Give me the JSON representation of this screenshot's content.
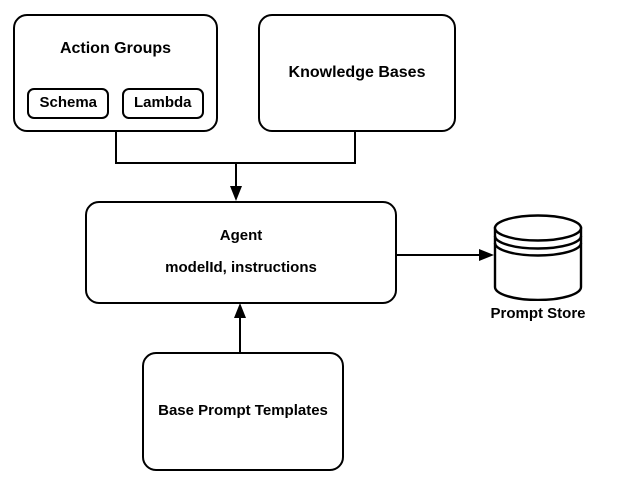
{
  "diagram": {
    "type": "flowchart",
    "background_color": "#ffffff",
    "stroke_color": "#000000",
    "nodes": {
      "action_groups": {
        "label": "Action Groups",
        "shape": "rounded-rectangle",
        "children": [
          {
            "label": "Schema",
            "shape": "rounded-rectangle"
          },
          {
            "label": "Lambda",
            "shape": "rounded-rectangle"
          }
        ]
      },
      "knowledge_bases": {
        "label": "Knowledge Bases",
        "shape": "rounded-rectangle"
      },
      "agent": {
        "label": "Agent",
        "sublabel": "modelId, instructions",
        "shape": "rounded-rectangle"
      },
      "base_prompt_templates": {
        "label": "Base Prompt Templates",
        "shape": "rounded-rectangle"
      },
      "prompt_store": {
        "label": "Prompt Store",
        "shape": "cylinder"
      }
    },
    "edges": [
      {
        "from": "action_groups",
        "to": "agent",
        "style": "orthogonal",
        "arrow": "down"
      },
      {
        "from": "knowledge_bases",
        "to": "agent",
        "style": "orthogonal",
        "arrow": "down"
      },
      {
        "from": "agent",
        "to": "prompt_store",
        "style": "straight",
        "arrow": "right"
      },
      {
        "from": "base_prompt_templates",
        "to": "agent",
        "style": "straight",
        "arrow": "up"
      }
    ]
  }
}
